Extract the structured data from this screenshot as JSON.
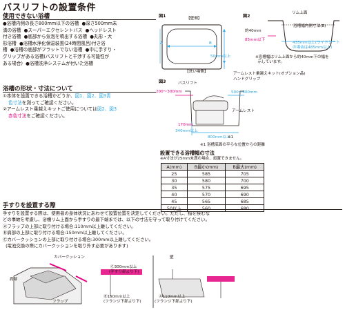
{
  "page": {
    "title": "バスリフトの設置条件"
  },
  "unusable": {
    "heading": "使用できない浴槽",
    "lines": [
      "●浴槽内側の長さ800mm以下の浴槽  ●深さ500mm未",
      "満の浴槽  ●スーパーエクセレントバス  ●ヘッドレスト",
      "付き浴槽  ●底部から気泡を噴出する浴槽  ●丸形・大",
      "形浴槽  ●浴槽水浄化保温装置(24時間風呂)付き浴",
      "槽  ●浴槽の底部がフラットでない浴槽  ●中に手すり・",
      "グリップがある浴槽(バスリフトと干渉する可能性が",
      "ある場合)  ●浴槽洗浄システムが付いた浴槽"
    ]
  },
  "shape": {
    "heading": "浴槽の形状・寸法について",
    "line1a": "①本体を設置できる浴槽かどうか、",
    "line1b": "図1、図2、図3青",
    "line2a": "色寸法",
    "line2b": "を測ってご確認ください。",
    "line3a": "②アームレスト乗越えキットご使用については",
    "line3b": "図2、図3",
    "line4a": "赤色寸法",
    "line4b": "をご確認ください。"
  },
  "fig1": {
    "label": "図1",
    "wall": "【壁側】",
    "wash": "【洗い場側】",
    "a": "A",
    "b": "B",
    "dim": "50mm以上"
  },
  "fig2": {
    "label": "図2",
    "rim_top": "リム上面",
    "approx": "約40mm",
    "inner": "浴槽幅内側寸法(B)",
    "red": "85mm以下",
    "blue1": "435mm以上(ワイドシート",
    "blue2": "の場合は485mm以上)",
    "note1": "※浴槽幅はリム上面から約40mm下の幅を",
    "note2": "  示しています。"
  },
  "fig3": {
    "label": "図3",
    "lift": "バスリフト",
    "kit": "アームレスト乗越えキット(オプション品)",
    "grip": "ハンドグリップ",
    "arm": "アームレスト",
    "r1": "200〜300mm",
    "r2": "500〜600mm",
    "d1": "170mm",
    "d2": "340mm以上",
    "d3": "800mm以上",
    "sup": "※1",
    "note": "※1 浴槽底面の平らな位置からの距離"
  },
  "table": {
    "title": "設置できる浴槽幅の寸法",
    "note": "※A寸法が25mm未満の場合、設置できません。",
    "headers": [
      "A(mm)",
      "B最小(mm)",
      "B最大(mm)"
    ],
    "rows": [
      [
        "25",
        "585",
        "705"
      ],
      [
        "30",
        "580",
        "700"
      ],
      [
        "35",
        "575",
        "695"
      ],
      [
        "40",
        "570",
        "690"
      ],
      [
        "45",
        "565",
        "685"
      ],
      [
        "50以上",
        "560",
        "680"
      ]
    ]
  },
  "rail": {
    "heading": "手すりを設置する際",
    "lines": [
      "手すりを設置する際は、使用者の身体状況にあわせて設置位置を決定してください。ただし、指を挟むな",
      "どの事故を考慮し、浴槽リム上面から手すりの最下端までは、以下の寸法を守って取り付けてください。",
      "Ⓐフラップの上部に取り付ける場合:110mm以上離してください。",
      "Ⓑ肩部の上部に取り付ける場合:150mm以上離してください。",
      "Ⓒカバークッションの上部に取り付ける場合:300mm以上離してください。",
      "  (電池交換の際にカバークッションを取り外す必要があります)"
    ]
  },
  "illus": {
    "cover": "カバークッション",
    "shoulder": "肩部",
    "flap": "フラップ",
    "c": "Ⓒ300mm以上",
    "c2": "(手すり部より下)",
    "wall": "壁",
    "b": "Ⓑ150mm以上",
    "b2": "(フランジ下部より下)",
    "a": "Ⓐ110mm以上",
    "a2": "(フランジ下部より下)"
  },
  "colors": {
    "blue": "#2ea7e0",
    "pink": "#e4007f"
  }
}
